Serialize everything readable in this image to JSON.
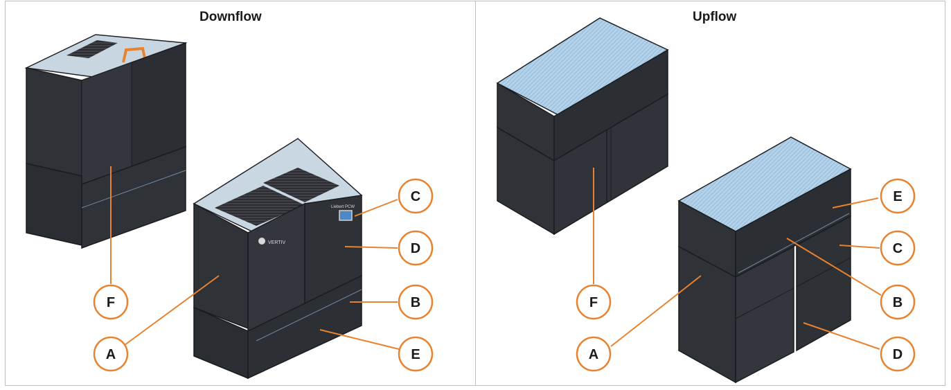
{
  "panels": {
    "downflow": {
      "title": "Downflow",
      "callouts": {
        "A": "A",
        "B": "B",
        "C": "C",
        "D": "D",
        "E": "E",
        "F": "F"
      }
    },
    "upflow": {
      "title": "Upflow",
      "callouts": {
        "A": "A",
        "B": "B",
        "C": "C",
        "D": "D",
        "E": "E",
        "F": "F"
      }
    }
  },
  "unit_brand_text": "VERTIV",
  "unit_model_text": "Liebert PCW",
  "colors": {
    "callout_stroke": "#e8822e",
    "cabinet_dark": "#2e3136",
    "cabinet_mid": "#3a3e44",
    "filter_blue": "#a9cbe6",
    "frame_border": "#bfbfbf"
  }
}
